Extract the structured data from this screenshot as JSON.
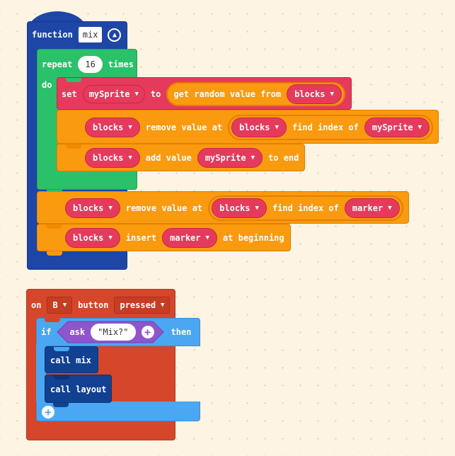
{
  "function_block": {
    "keyword": "function",
    "name": "mix",
    "collapse_icon": "chevron-up-icon",
    "repeat": {
      "label": "repeat",
      "count": "16",
      "suffix": "times",
      "do_label": "do"
    },
    "set": {
      "label": "set",
      "variable": "mySprite",
      "to_label": "to",
      "reporter_label": "get random value from",
      "list": "blocks"
    },
    "remove1": {
      "list": "blocks",
      "label": "remove value at",
      "inner_list": "blocks",
      "find_label": "find index of",
      "value": "mySprite"
    },
    "add": {
      "list": "blocks",
      "label": "add value",
      "value": "mySprite",
      "suffix": "to end"
    },
    "remove2": {
      "list": "blocks",
      "label": "remove value at",
      "inner_list": "blocks",
      "find_label": "find index of",
      "value": "marker"
    },
    "insert": {
      "list": "blocks",
      "label": "insert",
      "value": "marker",
      "suffix": "at beginning"
    }
  },
  "event_block": {
    "on_label": "on",
    "button": "B",
    "button_label": "button",
    "event": "pressed",
    "if_block": {
      "if_label": "if",
      "ask_label": "ask",
      "ask_text": "\"Mix?\"",
      "then_label": "then",
      "call1": "call mix",
      "call2": "call layout",
      "add_icon": "plus-icon"
    }
  },
  "colors": {
    "function": "#1d46a7",
    "loop": "#2bc06a",
    "variables": "#e63a5c",
    "arrays": "#fa9a0f",
    "events": "#d5462a",
    "logic": "#4ba7f1",
    "call": "#124192",
    "ask": "#8e55cc"
  }
}
